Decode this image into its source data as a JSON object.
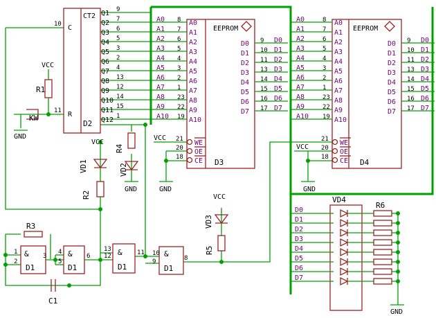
{
  "d2": {
    "type": "CT2",
    "ref": "D2",
    "in_c": "C",
    "in_r": "R",
    "c_pin": "10",
    "r_pin": "11",
    "outputs": [
      {
        "q": "Q1",
        "pin": "9"
      },
      {
        "q": "Q2",
        "pin": "7"
      },
      {
        "q": "Q3",
        "pin": "6"
      },
      {
        "q": "Q4",
        "pin": "5"
      },
      {
        "q": "Q5",
        "pin": "3"
      },
      {
        "q": "Q6",
        "pin": "2"
      },
      {
        "q": "Q7",
        "pin": "4"
      },
      {
        "q": "Q8",
        "pin": "13"
      },
      {
        "q": "Q9",
        "pin": "12"
      },
      {
        "q": "Q10",
        "pin": "14"
      },
      {
        "q": "Q11",
        "pin": "15"
      },
      {
        "q": "Q12",
        "pin": "1"
      }
    ]
  },
  "d3": {
    "type": "EEPROM",
    "ref": "D3",
    "addr": [
      {
        "name": "A0",
        "pin": "8"
      },
      {
        "name": "A1",
        "pin": "7"
      },
      {
        "name": "A2",
        "pin": "6"
      },
      {
        "name": "A3",
        "pin": "5"
      },
      {
        "name": "A4",
        "pin": "4"
      },
      {
        "name": "A5",
        "pin": "3"
      },
      {
        "name": "A6",
        "pin": "2"
      },
      {
        "name": "A7",
        "pin": "1"
      },
      {
        "name": "A8",
        "pin": "23"
      },
      {
        "name": "A9",
        "pin": "22"
      },
      {
        "name": "A10",
        "pin": "19"
      }
    ],
    "data": [
      {
        "name": "D0",
        "pin": "9"
      },
      {
        "name": "D1",
        "pin": "10"
      },
      {
        "name": "D2",
        "pin": "11"
      },
      {
        "name": "D3",
        "pin": "13"
      },
      {
        "name": "D4",
        "pin": "14"
      },
      {
        "name": "D5",
        "pin": "15"
      },
      {
        "name": "D6",
        "pin": "16"
      },
      {
        "name": "D7",
        "pin": "17"
      }
    ],
    "ctrl": [
      {
        "name": "WE",
        "pin": "21"
      },
      {
        "name": "OE",
        "pin": "20"
      },
      {
        "name": "CE",
        "pin": "18"
      }
    ]
  },
  "d4": {
    "type": "EEPROM",
    "ref": "D4",
    "addr": [
      {
        "name": "A0",
        "pin": "8"
      },
      {
        "name": "A1",
        "pin": "7"
      },
      {
        "name": "A2",
        "pin": "6"
      },
      {
        "name": "A3",
        "pin": "5"
      },
      {
        "name": "A4",
        "pin": "4"
      },
      {
        "name": "A5",
        "pin": "3"
      },
      {
        "name": "A6",
        "pin": "2"
      },
      {
        "name": "A7",
        "pin": "1"
      },
      {
        "name": "A8",
        "pin": "23"
      },
      {
        "name": "A9",
        "pin": "22"
      },
      {
        "name": "A10",
        "pin": "19"
      }
    ],
    "data": [
      {
        "name": "D0",
        "pin": "9"
      },
      {
        "name": "D1",
        "pin": "10"
      },
      {
        "name": "D2",
        "pin": "11"
      },
      {
        "name": "D3",
        "pin": "13"
      },
      {
        "name": "D4",
        "pin": "14"
      },
      {
        "name": "D5",
        "pin": "15"
      },
      {
        "name": "D6",
        "pin": "16"
      },
      {
        "name": "D7",
        "pin": "17"
      }
    ],
    "ctrl": [
      {
        "name": "WE",
        "pin": "21"
      },
      {
        "name": "OE",
        "pin": "20"
      },
      {
        "name": "CE",
        "pin": "18"
      }
    ]
  },
  "net_labels": {
    "addr_d3": [
      "A0",
      "A1",
      "A2",
      "A3",
      "A4",
      "A5",
      "A6",
      "A7",
      "A8",
      "A9",
      "A10"
    ],
    "addr_d4": [
      "A0",
      "A1",
      "A2",
      "A3",
      "A4",
      "A5",
      "A6",
      "A7",
      "A8",
      "A9",
      "A10"
    ],
    "data_d3": [
      "D0",
      "D1",
      "D2",
      "D3",
      "D4",
      "D5",
      "D6",
      "D7"
    ],
    "data_d4": [
      "D0",
      "D1",
      "D2",
      "D3",
      "D4",
      "D5",
      "D6",
      "D7"
    ],
    "leds": [
      "D0",
      "D1",
      "D2",
      "D3",
      "D4",
      "D5",
      "D6",
      "D7"
    ]
  },
  "power": {
    "vcc": "VCC",
    "gnd": "GND"
  },
  "components": {
    "r1": "R1",
    "r2": "R2",
    "r3": "R3",
    "r4": "R4",
    "r5": "R5",
    "r6": "R6",
    "vd1": "VD1",
    "vd2": "VD2",
    "vd3": "VD3",
    "vd4": "VD4",
    "c1": "C1",
    "kw": "KW"
  },
  "gates": {
    "symbol": "&",
    "ref": "D1",
    "g1": {
      "in_a": "1",
      "in_b": "2",
      "out": "3"
    },
    "g2": {
      "in_a": "4",
      "in_b": "5",
      "out": "6"
    },
    "g3": {
      "in_a": "13",
      "in_b": "12",
      "out": "11"
    },
    "g4": {
      "in_a": "10",
      "in_b": "9",
      "out": "8"
    }
  }
}
